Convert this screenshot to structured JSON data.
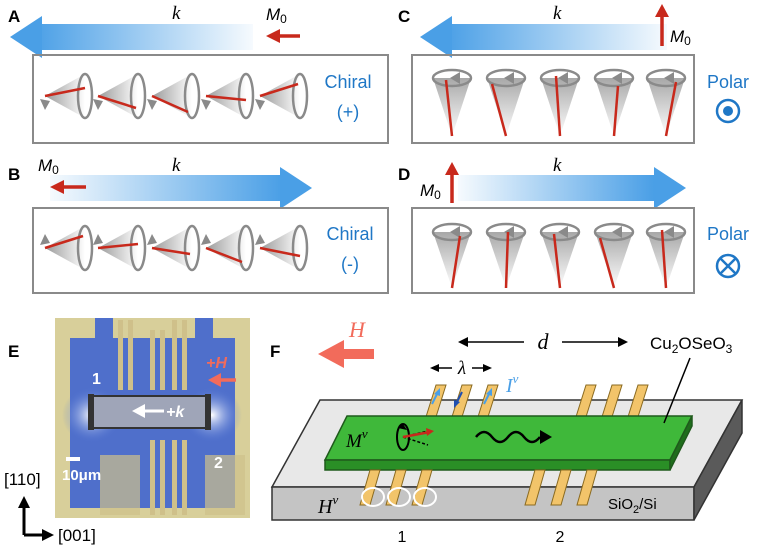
{
  "panels": {
    "A": {
      "letter": "A",
      "k": "k",
      "m": "M",
      "m_sub": "0",
      "label1": "Chiral",
      "label2": "(+)"
    },
    "B": {
      "letter": "B",
      "k": "k",
      "m": "M",
      "m_sub": "0",
      "label1": "Chiral",
      "label2": "(-)"
    },
    "C": {
      "letter": "C",
      "k": "k",
      "m": "M",
      "m_sub": "0",
      "label1": "Polar"
    },
    "D": {
      "letter": "D",
      "k": "k",
      "m": "M",
      "m_sub": "0",
      "label1": "Polar"
    },
    "E": {
      "letter": "E",
      "field": "+H",
      "wavevector": "+k",
      "port1": "1",
      "port2": "2",
      "scalebar": "10μm",
      "axis_y": "[110]",
      "axis_x": "[001]"
    },
    "F": {
      "letter": "F",
      "field": "H",
      "distance": "d",
      "wavelength": "λ",
      "current": "I",
      "current_sup": "ν",
      "magnetization": "M",
      "magnetization_sup": "ν",
      "hfield": "H",
      "hfield_sup": "ν",
      "film_pre": "Cu",
      "film_s1": "2",
      "film_mid": "OSeO",
      "film_s2": "3",
      "substrate_pre": "SiO",
      "substrate_s": "2",
      "substrate_post": "/Si",
      "port1": "1",
      "port2": "2"
    }
  },
  "colors": {
    "blue": "#4a9fe6",
    "red": "#c8291c",
    "green": "#3fb83a",
    "gold": "#f2c46a",
    "label_blue": "#1f77c6",
    "salmon": "#f26b5b"
  }
}
